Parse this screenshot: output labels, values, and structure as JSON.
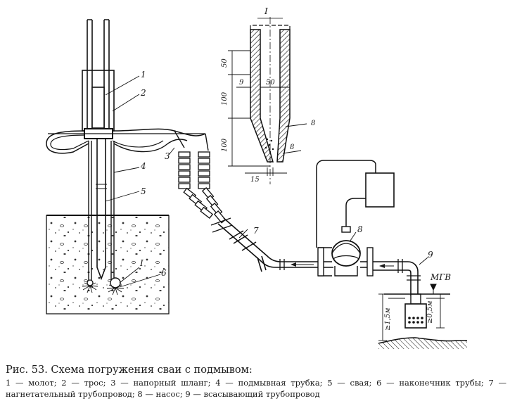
{
  "labels": {
    "hammer": "1",
    "cable": "2",
    "hose": "3",
    "jet_tube": "4",
    "pile": "5",
    "nozzle": "6",
    "pipeline": "7",
    "pump": "8",
    "suction": "9",
    "detail_ref": "I",
    "detail_title": "I",
    "water_level": "МГВ"
  },
  "dimensions": {
    "d1": "50",
    "d2": "100",
    "d3": "100",
    "d_wall": "9",
    "d_bore": "50",
    "d_tip": "15",
    "d_angle_1": "8",
    "d_angle_2": "8",
    "depth_1": "≥1,5м",
    "depth_2": "≥0,5м"
  },
  "caption": {
    "title": "Рис. 53. Схема погружения сваи с подмывом:",
    "legend": "1 — молот; 2 — трос; 3 — напорный шланг; 4 — подмывная трубка; 5 — свая; 6 — наконечник трубы; 7 — нагнетательный трубопровод; 8 — насос; 9 — всасывающий трубопровод"
  }
}
